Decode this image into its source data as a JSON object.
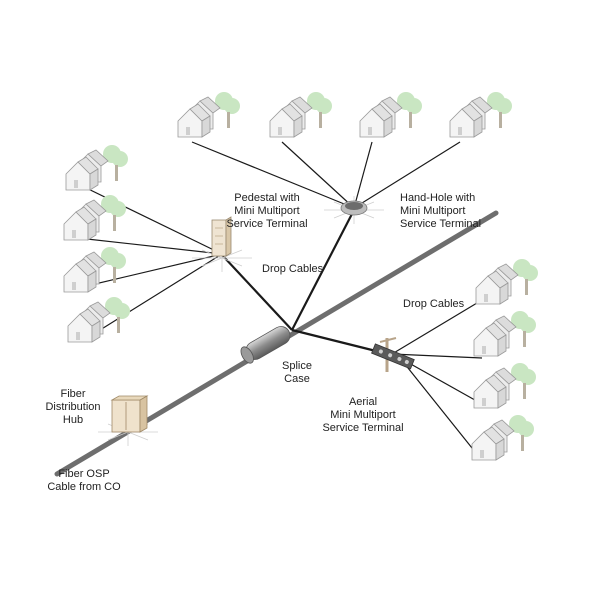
{
  "labels": {
    "pedestal": [
      "Pedestal  with",
      "Mini  Multiport",
      "Service Terminal"
    ],
    "handhole": [
      "Hand-Hole with",
      "Mini  Multiport",
      "Service Terminal"
    ],
    "drop_cables_left": "Drop Cables",
    "drop_cables_right": "Drop Cables",
    "splice_case": [
      "Splice",
      "Case"
    ],
    "aerial": [
      "Aerial",
      "Mini Multiport",
      "Service Terminal"
    ],
    "fiber_hub": [
      "Fiber",
      "Distribution",
      "Hub"
    ],
    "fiber_osp": [
      "Fiber OSP",
      "Cable from CO"
    ]
  },
  "colors": {
    "trunk_cable": "#6e6e6e",
    "drop_cable": "#1a1a1a",
    "house_fill": "#f2f2f2",
    "house_edge": "#9a9a9a",
    "tree": "#c9e6c2",
    "cabinet": "#e3d2b8"
  }
}
